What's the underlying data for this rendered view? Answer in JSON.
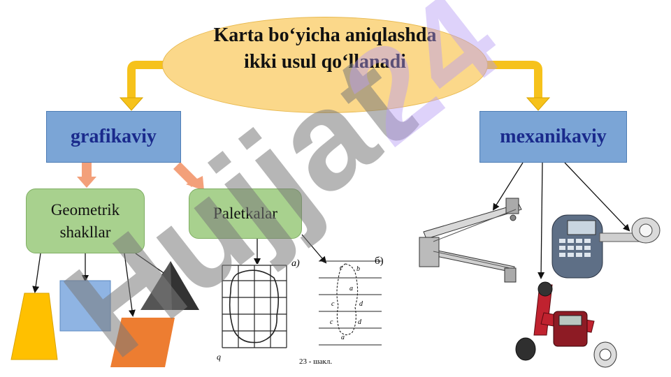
{
  "central": {
    "text": "Karta bo‘yicha aniqlashda ikki usul qo‘llanadi"
  },
  "methods": {
    "graphical": "grafikaviy",
    "mechanical": "mexanikaviy"
  },
  "sub_methods": {
    "geometric": "Geometrik shakllar",
    "palettes": "Paletkalar"
  },
  "figure_labels": {
    "palette_a": "a)",
    "palette_b": "б)",
    "caption": "23 - шакл.",
    "corner_mark": "q"
  },
  "palette_b_points": [
    "e",
    "b",
    "c",
    "d",
    "a",
    "c",
    "d",
    "a"
  ],
  "colors": {
    "ellipse": "#fbd88a",
    "blue_box": "#7ba5d6",
    "green_box": "#a8d18e",
    "yellow_arrow": "#f6c21b",
    "salmon_arrow": "#f3a07a",
    "trapezoid": "#ffc000",
    "square": "#8fb4e3",
    "parallelogram": "#ed7d31",
    "triangle": "#4a4a4a"
  },
  "watermark": "Hujjat 24"
}
